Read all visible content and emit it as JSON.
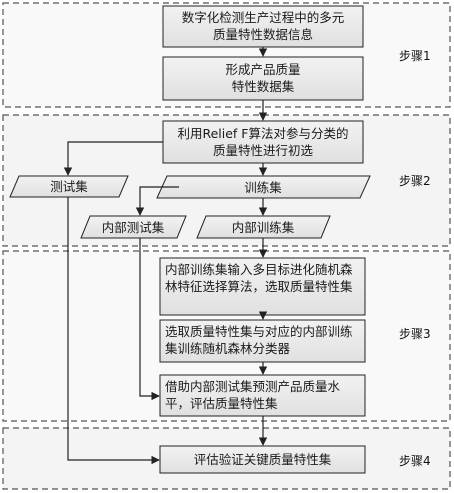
{
  "steps": {
    "step1": "步骤1",
    "step2": "步骤2",
    "step3": "步骤3",
    "step4": "步骤4"
  },
  "nodes": {
    "collect_line1": "数字化检测生产过程中的多元",
    "collect_line2": "质量特性数据信息",
    "dataset_line1": "形成产品质量",
    "dataset_line2": "特性数据集",
    "relief_line1": "利用Relief F算法对参与分类的",
    "relief_line2": "质量特性进行初选",
    "test_set": "测试集",
    "train_set": "训练集",
    "inner_test_set": "内部测试集",
    "inner_train_set": "内部训练集",
    "select_alg": "内部训练集输入多目标进化随机森林特征选择算法，选取质量特性集",
    "train_rf": "选取质量特性集与对应的内部训练集训练随机森林分类器",
    "predict_eval": "借助内部测试集预测产品质量水平，评估质量特性集",
    "final_eval": "评估验证关键质量特性集"
  },
  "colors": {
    "box_fill": "#e8e8e8",
    "stroke": "#222222",
    "step_border": "#555555"
  }
}
